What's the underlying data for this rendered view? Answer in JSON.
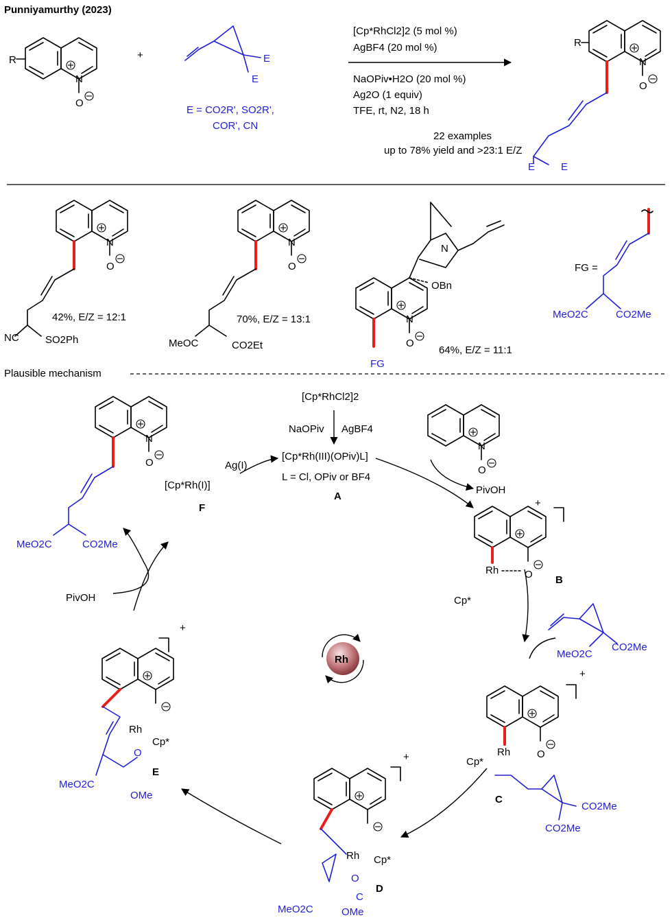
{
  "header": {
    "title": "Punniyamurthy (2023)"
  },
  "reaction": {
    "substituent_R": "R",
    "ester_E1": "E",
    "ester_E2": "E",
    "E_definition_line1": "E = CO2R', SO2R',",
    "E_definition_line2": "COR', CN",
    "plus": "+",
    "conditions_above": [
      "[Cp*RhCl2]2 (5 mol %)",
      "AgBF4 (20 mol %)"
    ],
    "conditions_below": [
      "NaOPiv•H2O (20 mol %)",
      "Ag2O (1 equiv)",
      "TFE, rt, N2, 18 h"
    ],
    "scope_line1": "22 examples",
    "scope_line2": "up to 78% yield and >23:1 E/Z",
    "product_R": "R",
    "product_E1": "E",
    "product_E2": "E"
  },
  "examples": [
    {
      "yield": "42%, E/Z = 12:1",
      "groups": [
        "NC",
        "SO2Ph"
      ]
    },
    {
      "yield": "70%, E/Z = 13:1",
      "groups": [
        "MeOC",
        "CO2Et"
      ]
    },
    {
      "yield": "64%, E/Z = 11:1",
      "groups": [
        "OBn",
        "FG"
      ]
    }
  ],
  "fg_definition": {
    "label": "FG =",
    "groups": [
      "MeO2C",
      "CO2Me"
    ]
  },
  "mechanism": {
    "title": "Plausible mechanism",
    "precatalyst": "[Cp*RhCl2]2",
    "additive_left": "NaOPiv",
    "additive_right": "AgBF4",
    "active_catalyst": "[Cp*Rh(III)(OPiv)L]",
    "ligand_note": "L = Cl, OPiv or BF4",
    "label_A": "A",
    "label_B": "B",
    "label_C": "C",
    "label_D": "D",
    "label_E": "E",
    "label_F": "F",
    "rh_i": "[Cp*Rh(I)]",
    "oxidant": "Ag(I)",
    "pivoh_out": "PivOH",
    "pivoh_in": "PivOH",
    "center_badge": "Rh",
    "cp_star": "Cp*",
    "rh": "Rh",
    "plus_charge": "+",
    "diester_groups": [
      "MeO2C",
      "CO2Me"
    ]
  },
  "colors": {
    "text": "#000000",
    "substrate_blue": "#1f1fd6",
    "new_bond_red": "#e8201a",
    "badge": "#a5565a"
  }
}
